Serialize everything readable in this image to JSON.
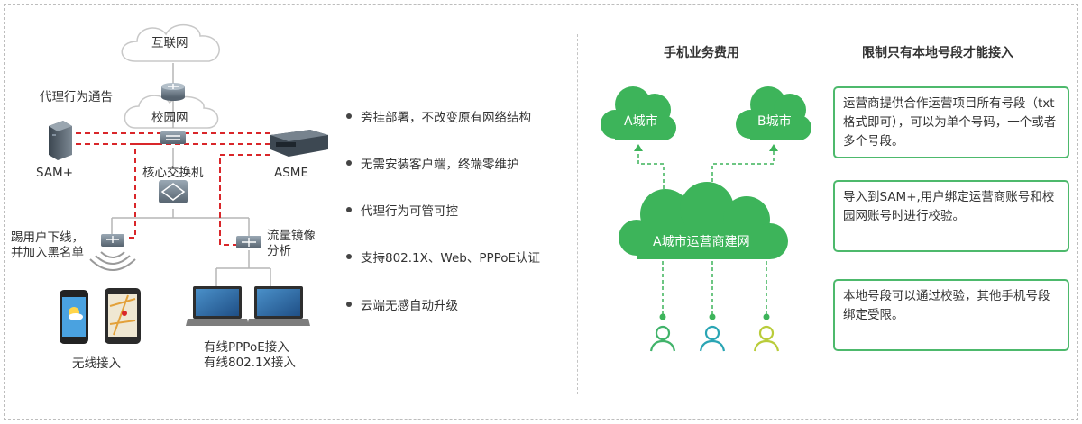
{
  "topology": {
    "internet": "互联网",
    "campus": "校园网",
    "proxy_notice": "代理行为通告",
    "sam": "SAM+",
    "core_switch": "核心交换机",
    "asme": "ASME",
    "kick_line1": "踢用户下线，",
    "kick_line2": "并加入黑名单",
    "mirror_line1": "流量镜像",
    "mirror_line2": "分析",
    "wireless": "无线接入",
    "wired_line1": "有线PPPoE接入",
    "wired_line2": "有线802.1X接入"
  },
  "features": [
    "旁挂部署，不改变原有网络结构",
    "无需安装客户端，终端零维护",
    "代理行为可管可控",
    "支持802.1X、Web、PPPoE认证",
    "云端无感自动升级"
  ],
  "right": {
    "header_left": "手机业务费用",
    "header_right": "限制只有本地号段才能接入",
    "city_a": "A城市",
    "city_b": "B城市",
    "operator_net": "A城市运营商建网",
    "box1": "运营商提供合作运营项目所有号段（txt格式即可），可以为单个号码，一个或者多个号段。",
    "box2": "导入到SAM+,用户绑定运营商账号和校园网账号时进行校验。",
    "box3": "本地号段可以通过校验，其他手机号段绑定受限。"
  },
  "colors": {
    "accent_green": "#3db45a",
    "box_border": "#4db96c",
    "red_dash": "#d9262a",
    "gray_line": "#b5b5b5",
    "user_green": "#41b36a",
    "user_teal": "#2aa5b4",
    "user_lime": "#b9cc3a"
  }
}
